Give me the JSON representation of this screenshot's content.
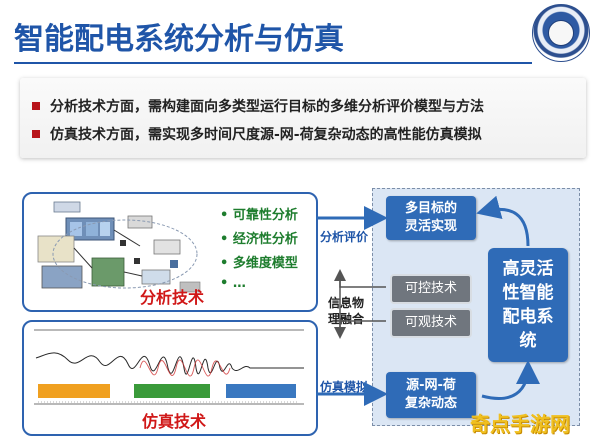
{
  "title": "智能配电系统分析与仿真",
  "bullets": [
    "分析技术方面，需构建面向多类型运行目标的多维分析评价模型与方法",
    "仿真技术方面，需实现多时间尺度源-网-荷复杂动态的高性能仿真模拟"
  ],
  "analysis_panel": {
    "items": [
      "可靠性分析",
      "经济性分析",
      "多维度模型",
      "…"
    ],
    "caption": "分析技术"
  },
  "simulation_panel": {
    "caption": "仿真技术"
  },
  "middle_labels": {
    "analysis_eval": "分析评价",
    "info_fusion_line1": "信息物",
    "info_fusion_line2": "理融合",
    "sim_model": "仿真模拟"
  },
  "right": {
    "top_line1": "多目标的",
    "top_line2": "灵活实现",
    "controllable": "可控技术",
    "observable": "可观技术",
    "bottom_line1": "源-网-荷",
    "bottom_line2": "复杂动态",
    "big_lines": [
      "高灵活",
      "性智能",
      "配电系",
      "统"
    ]
  },
  "watermark": "奇点手游网",
  "colors": {
    "accent_blue": "#2f6bb7",
    "title_blue": "#1f55a8",
    "alert_red": "#d01818",
    "green": "#1e7d2e",
    "gray_box": "#70767e"
  }
}
